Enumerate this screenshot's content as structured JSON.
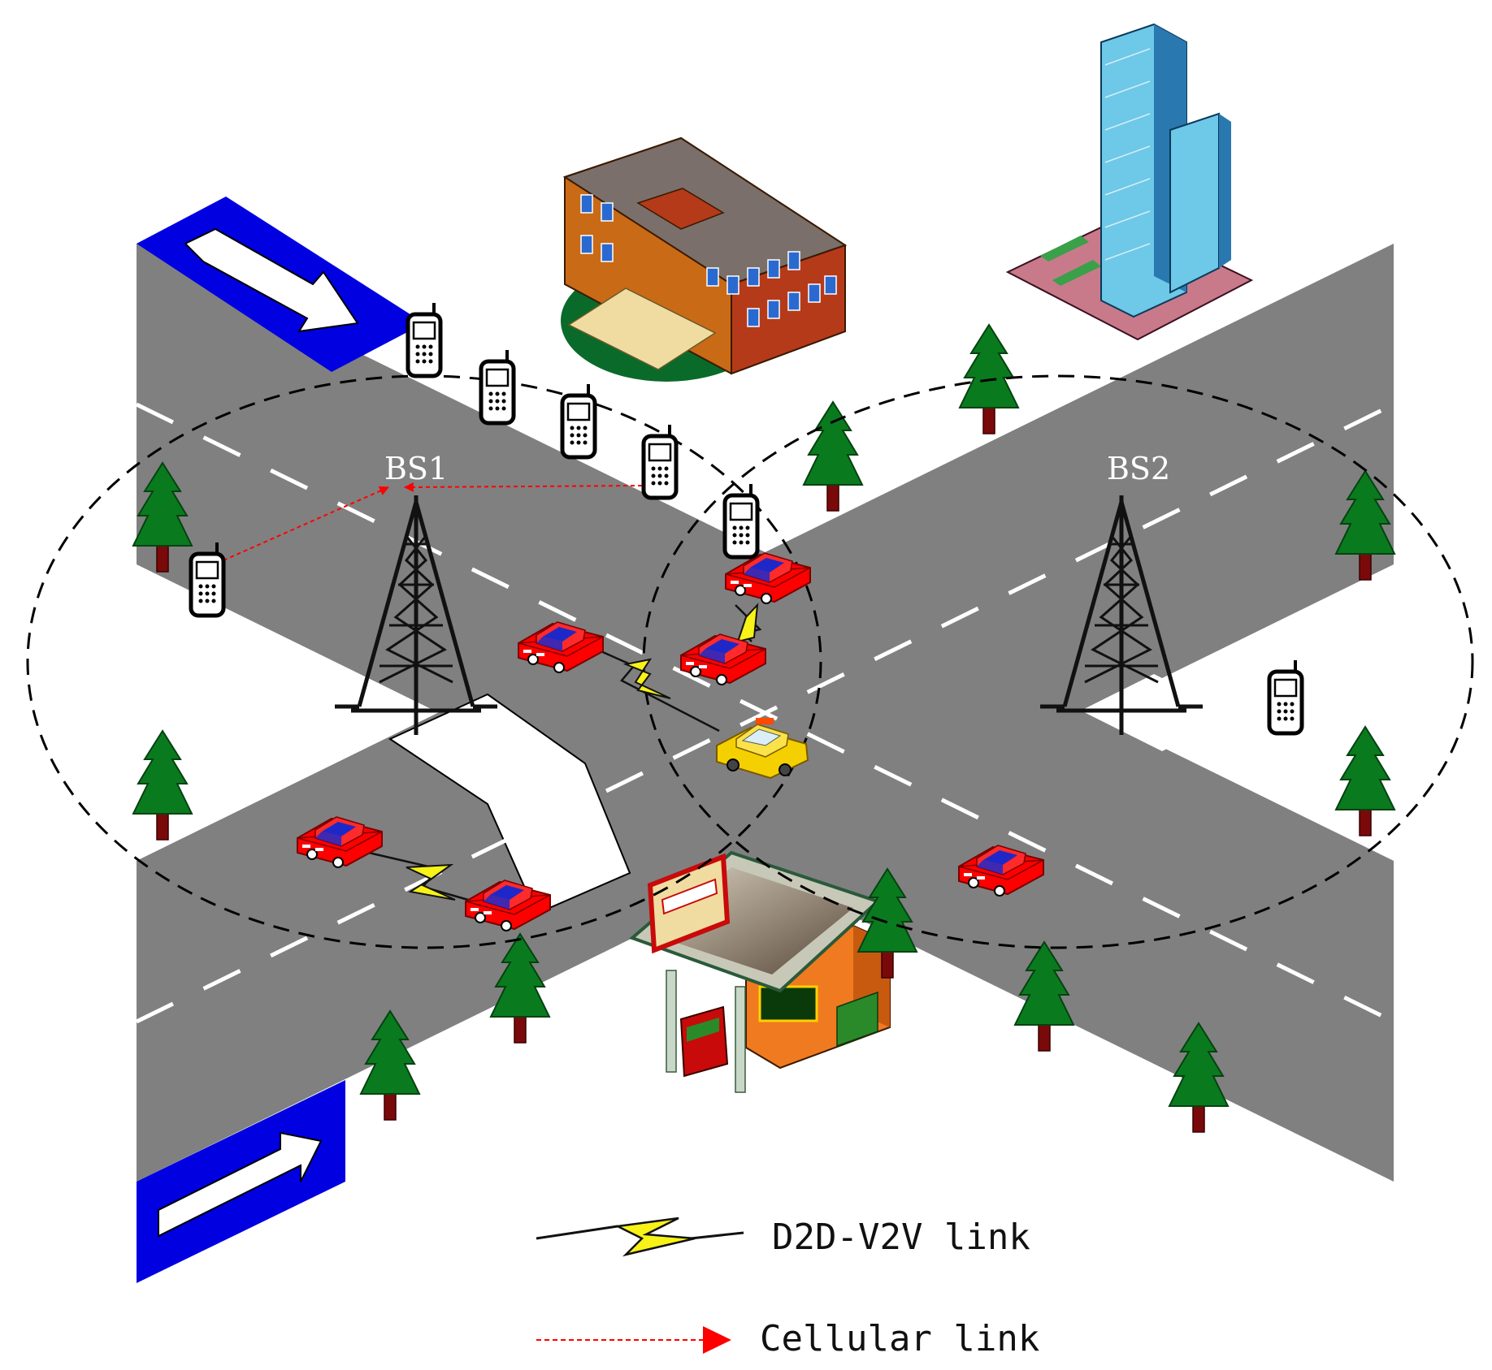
{
  "diagram": {
    "base_stations": [
      {
        "id": "bs1",
        "label": "BS1"
      },
      {
        "id": "bs2",
        "label": "BS2"
      }
    ],
    "legend": [
      {
        "id": "d2d",
        "label": "D2D-V2V link",
        "symbol": "lightning-bolt",
        "color": "#f7f217"
      },
      {
        "id": "cellular",
        "label": "Cellular link",
        "symbol": "dashed-arrow",
        "color": "#ff0000"
      }
    ],
    "colors": {
      "road": "#808080",
      "lane_marking": "#ffffff",
      "sign": "#0000e0",
      "car": "#ff0000",
      "car_window": "#1e28c8",
      "taxi": "#f5d000",
      "tree": "#0a7a1e",
      "trunk": "#7a0a0a",
      "coverage_boundary": "#000000"
    }
  }
}
